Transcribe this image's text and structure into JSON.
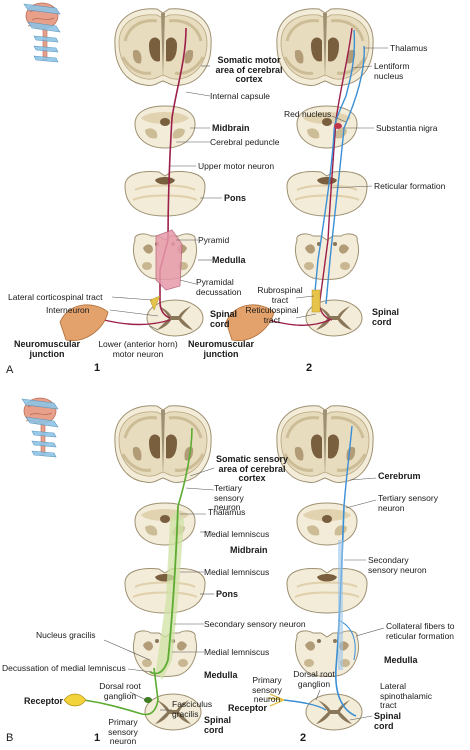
{
  "panel_a": {
    "letter": "A",
    "num_1": "1",
    "num_2": "2",
    "labels": {
      "somatic_motor": "Somatic motor area of cerebral cortex",
      "internal_capsule": "Internal capsule",
      "midbrain": "Midbrain",
      "cerebral_peduncle": "Cerebral peduncle",
      "upper_motor_neuron": "Upper motor neuron",
      "pons": "Pons",
      "pyramid": "Pyramid",
      "medulla": "Medulla",
      "pyramidal_decussation": "Pyramidal decussation",
      "lateral_corticospinal": "Lateral corticospinal tract",
      "interneuron": "Interneuron",
      "spinal_cord_1": "Spinal cord",
      "neuromuscular_1": "Neuromuscular junction",
      "lower_motor_neuron": "Lower (anterior horn) motor neuron",
      "thalamus": "Thalamus",
      "lentiform": "Lentiform nucleus",
      "red_nucleus": "Red nucleus",
      "substantia_nigra": "Substantia nigra",
      "reticular_formation": "Reticular formation",
      "rubrospinal": "Rubrospinal tract",
      "reticulospinal": "Reticulospinal tract",
      "spinal_cord_2": "Spinal cord",
      "neuromuscular_2": "Neuromuscular junction"
    }
  },
  "panel_b": {
    "letter": "B",
    "num_1": "1",
    "num_2": "2",
    "labels": {
      "somatic_sensory": "Somatic sensory area of cerebral cortex",
      "tertiary_1": "Tertiary sensory neuron",
      "thalamus": "Thalamus",
      "medial_lemniscus_top": "Medial lemniscus",
      "midbrain": "Midbrain",
      "medial_lemniscus_mid": "Medial lemniscus",
      "pons": "Pons",
      "secondary_1": "Secondary sensory neuron",
      "nucleus_gracilis": "Nucleus gracilis",
      "medial_lemniscus_low": "Medial lemniscus",
      "decussation_medial": "Decussation of medial lemniscus",
      "medulla": "Medulla",
      "dorsal_root_1": "Dorsal root ganglion",
      "receptor_1": "Receptor",
      "fasciculus_gracilis": "Fasciculus gracilis",
      "spinal_cord_1": "Spinal cord",
      "primary_1": "Primary sensory neuron",
      "cerebrum": "Cerebrum",
      "tertiary_2": "Tertiary sensory neuron",
      "secondary_2": "Secondary sensory neuron",
      "collateral": "Collateral fibers to reticular formation",
      "medulla_2": "Medulla",
      "dorsal_root_2": "Dorsal root ganglion",
      "primary_2": "Primary sensory neuron",
      "lateral_spinothalamic": "Lateral spinothalamic tract",
      "receptor_2": "Receptor",
      "spinal_cord_2": "Spinal cord"
    }
  },
  "colors": {
    "motor": "#9c1f4a",
    "motor_blue": "#3b8fd4",
    "sensory_green": "#5cab32",
    "sensory_blue": "#3b8fd4",
    "tissue": "#f2ebd7",
    "tissue_edge": "#a89a7a",
    "grey_matter": "#8a7658",
    "brain_pink": "#e9a08a"
  }
}
